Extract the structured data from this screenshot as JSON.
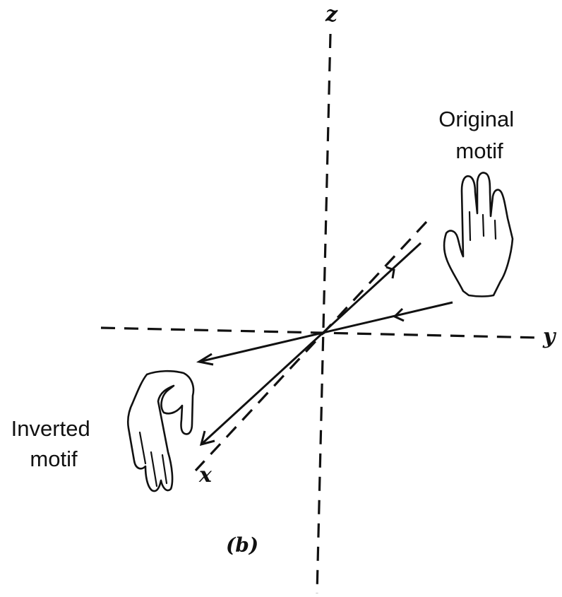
{
  "axes": {
    "x_label": "x",
    "y_label": "y",
    "z_label": "z"
  },
  "motifs": {
    "original": [
      "Original",
      "motif"
    ],
    "inverted": [
      "Inverted",
      "motif"
    ]
  },
  "panel_label": "(b)",
  "colors": {
    "ink": "#111111",
    "background": "#ffffff"
  }
}
